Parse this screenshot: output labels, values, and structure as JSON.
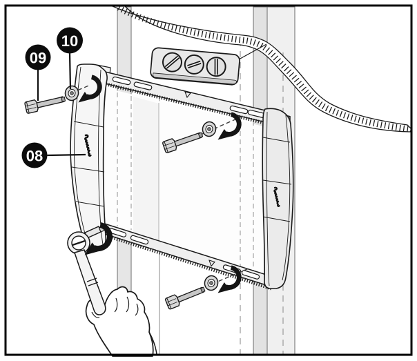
{
  "figure": {
    "kind": "assembly-instruction-illustration",
    "subject": "Wall mounting frame fastened with hex bolts and washers, tightened clockwise with a socket wrench"
  },
  "callouts": [
    {
      "label": "09",
      "points_to": "hex-bolt"
    },
    {
      "label": "10",
      "points_to": "washer"
    },
    {
      "label": "08",
      "points_to": "frame-side-cover"
    }
  ],
  "colors": {
    "background": "#ffffff",
    "line": "#1a1a1a",
    "callout_bg": "#0c0c0c",
    "callout_text": "#ffffff",
    "metal_light": "#f3f3f3",
    "metal_mid": "#e4e4e4",
    "metal_dark": "#c9c9c9"
  },
  "parts": {
    "frame": "mounting frame",
    "bolt": "hex bolt",
    "washer": "washer",
    "plate": "wall plate with three slotted screws",
    "wrench": "socket wrench",
    "hand": "installer hand",
    "rotation_arrows": "clockwise tightening arrows",
    "wall": "wall cutaway with vertical pipes"
  }
}
